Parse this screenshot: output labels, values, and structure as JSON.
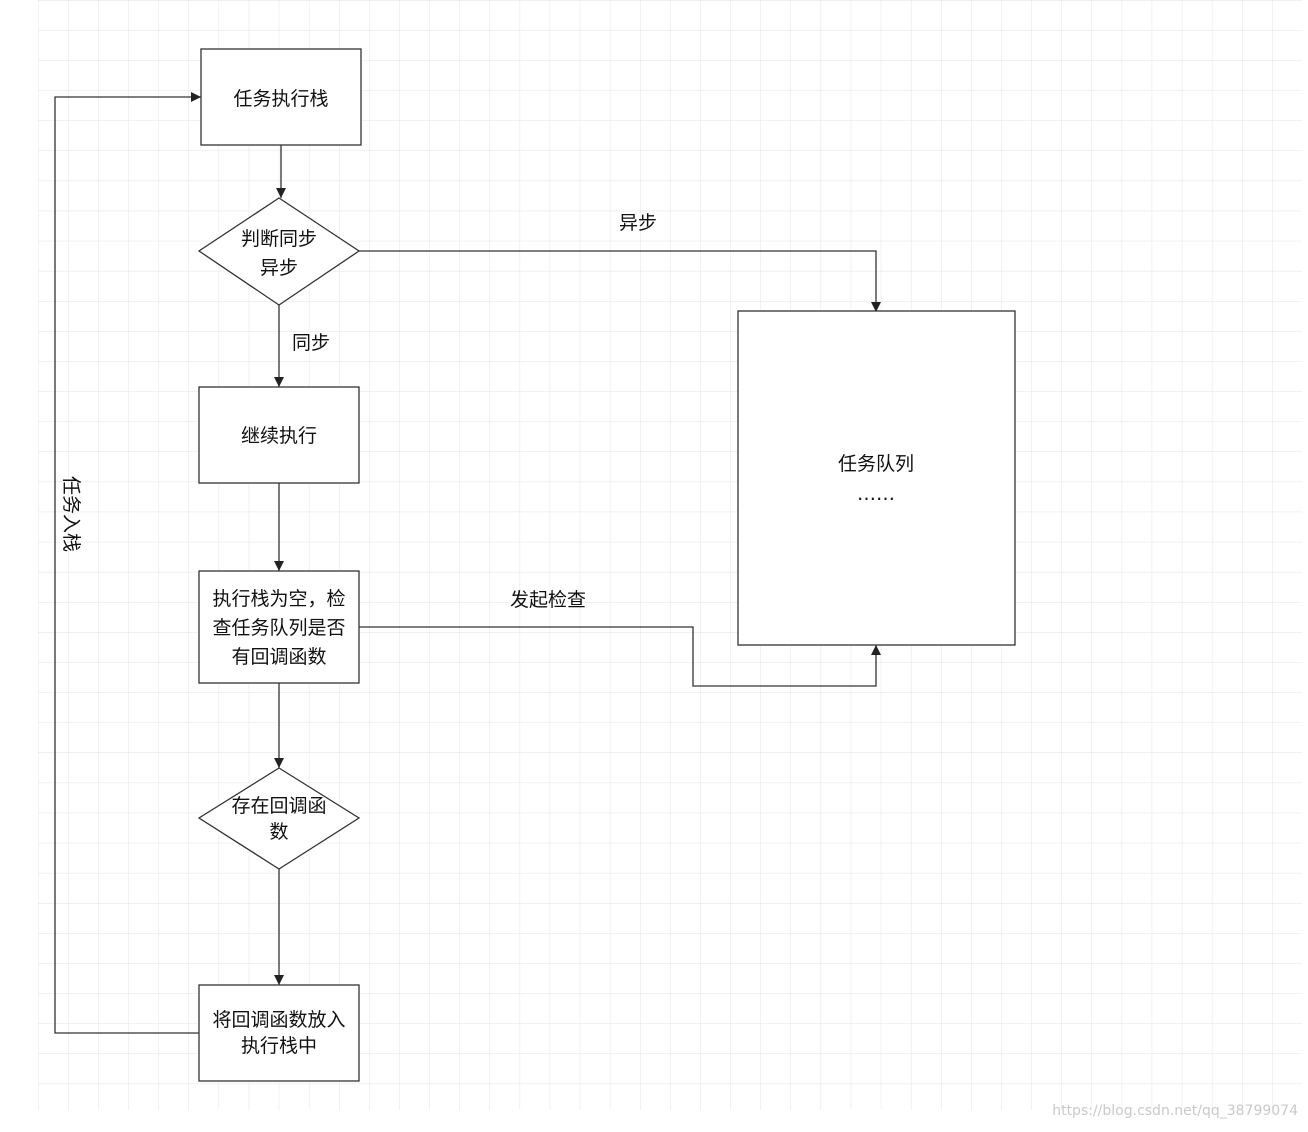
{
  "nodes": {
    "task_stack": {
      "label": "任务执行栈"
    },
    "judge_sync_async": {
      "lines": [
        "判断同步",
        "异步"
      ]
    },
    "continue_exec": {
      "label": "继续执行"
    },
    "check_queue": {
      "lines": [
        "执行栈为空，检",
        "查任务队列是否",
        "有回调函数"
      ]
    },
    "has_callback": {
      "lines": [
        "存在回调函",
        "数"
      ]
    },
    "push_callback": {
      "lines": [
        "将回调函数放入",
        "执行栈中"
      ]
    },
    "task_queue": {
      "lines": [
        "任务队列",
        "……"
      ]
    }
  },
  "edges": {
    "async_label": "异步",
    "sync_label": "同步",
    "check_label": "发起检查",
    "push_label": "任务入栈"
  },
  "watermark": "https://blog.csdn.net/qq_38799074"
}
